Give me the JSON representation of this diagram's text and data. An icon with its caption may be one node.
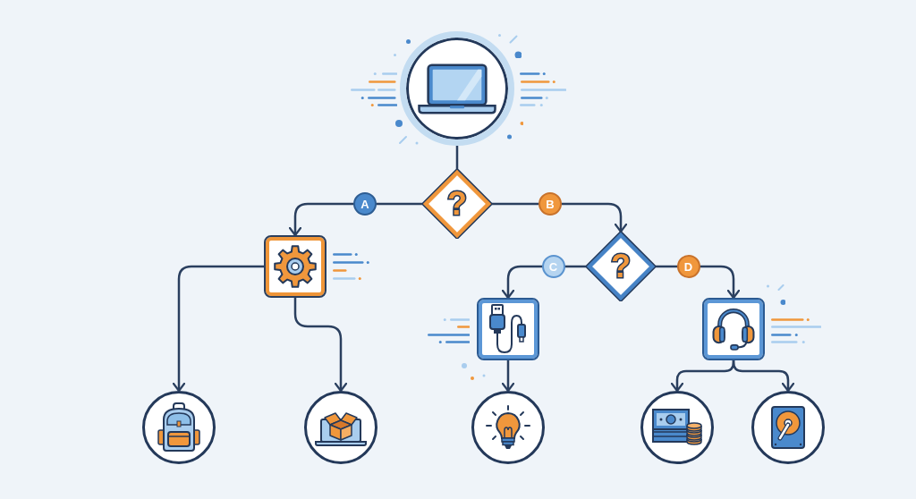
{
  "diagram": {
    "nodes": [
      {
        "text": [],
        "shape": "circle"
      },
      {
        "text": [
          "?"
        ]
      },
      {
        "text": [],
        "shape": "box"
      },
      {
        "text": [
          "?"
        ]
      },
      {
        "text": [],
        "shape": "box"
      },
      {
        "text": [],
        "shape": "box"
      },
      {
        "text": [],
        "shape": "circle"
      },
      {
        "text": [],
        "shape": "circle"
      },
      {
        "text": [],
        "shape": "circle"
      },
      {
        "text": [],
        "shape": "circle"
      },
      {
        "text": [],
        "shape": "circle"
      }
    ],
    "edges": [
      {
        "from": 0,
        "to": 1,
        "arrow": "none"
      },
      {
        "from": 1,
        "to": 2,
        "arrow": "to",
        "label": "A"
      },
      {
        "from": 1,
        "to": 3,
        "arrow": "to",
        "label": "B"
      },
      {
        "from": 3,
        "to": 4,
        "arrow": "to",
        "label": "C"
      },
      {
        "from": 3,
        "to": 5,
        "arrow": "to",
        "label": "D"
      },
      {
        "from": 2,
        "to": 6,
        "arrow": "to"
      },
      {
        "from": 2,
        "to": 7,
        "arrow": "to"
      },
      {
        "from": 4,
        "to": 8,
        "arrow": "to"
      },
      {
        "from": 5,
        "to": 9,
        "arrow": "to"
      },
      {
        "from": 5,
        "to": 10,
        "arrow": "to"
      }
    ]
  }
}
